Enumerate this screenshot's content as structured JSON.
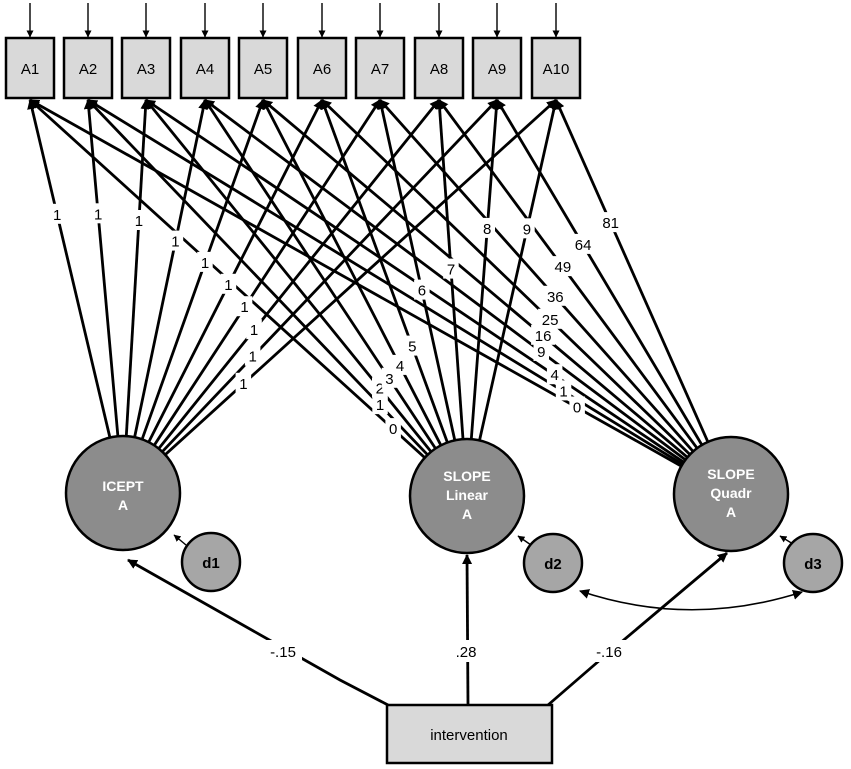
{
  "indicators": [
    "A1",
    "A2",
    "A3",
    "A4",
    "A5",
    "A6",
    "A7",
    "A8",
    "A9",
    "A10"
  ],
  "latents": {
    "icept": {
      "lines": [
        "ICEPT",
        "A"
      ]
    },
    "slope_linear": {
      "lines": [
        "SLOPE",
        "Linear",
        "A"
      ]
    },
    "slope_quadr": {
      "lines": [
        "SLOPE",
        "Quadr",
        "A"
      ]
    }
  },
  "disturbances": {
    "d1": "d1",
    "d2": "d2",
    "d3": "d3"
  },
  "covariate": {
    "label": "intervention"
  },
  "loadings": {
    "icept": [
      "1",
      "1",
      "1",
      "1",
      "1",
      "1",
      "1",
      "1",
      "1",
      "1"
    ],
    "slope_linear": [
      "0",
      "1",
      "2",
      "3",
      "4",
      "5",
      "6",
      "7",
      "8",
      "9"
    ],
    "slope_quadr": [
      "0",
      "1",
      "4",
      "9",
      "16",
      "25",
      "36",
      "49",
      "64",
      "81"
    ]
  },
  "regression_coefficients": {
    "icept": "-.15",
    "slope_linear": ".28",
    "slope_quadr": "-.16"
  }
}
